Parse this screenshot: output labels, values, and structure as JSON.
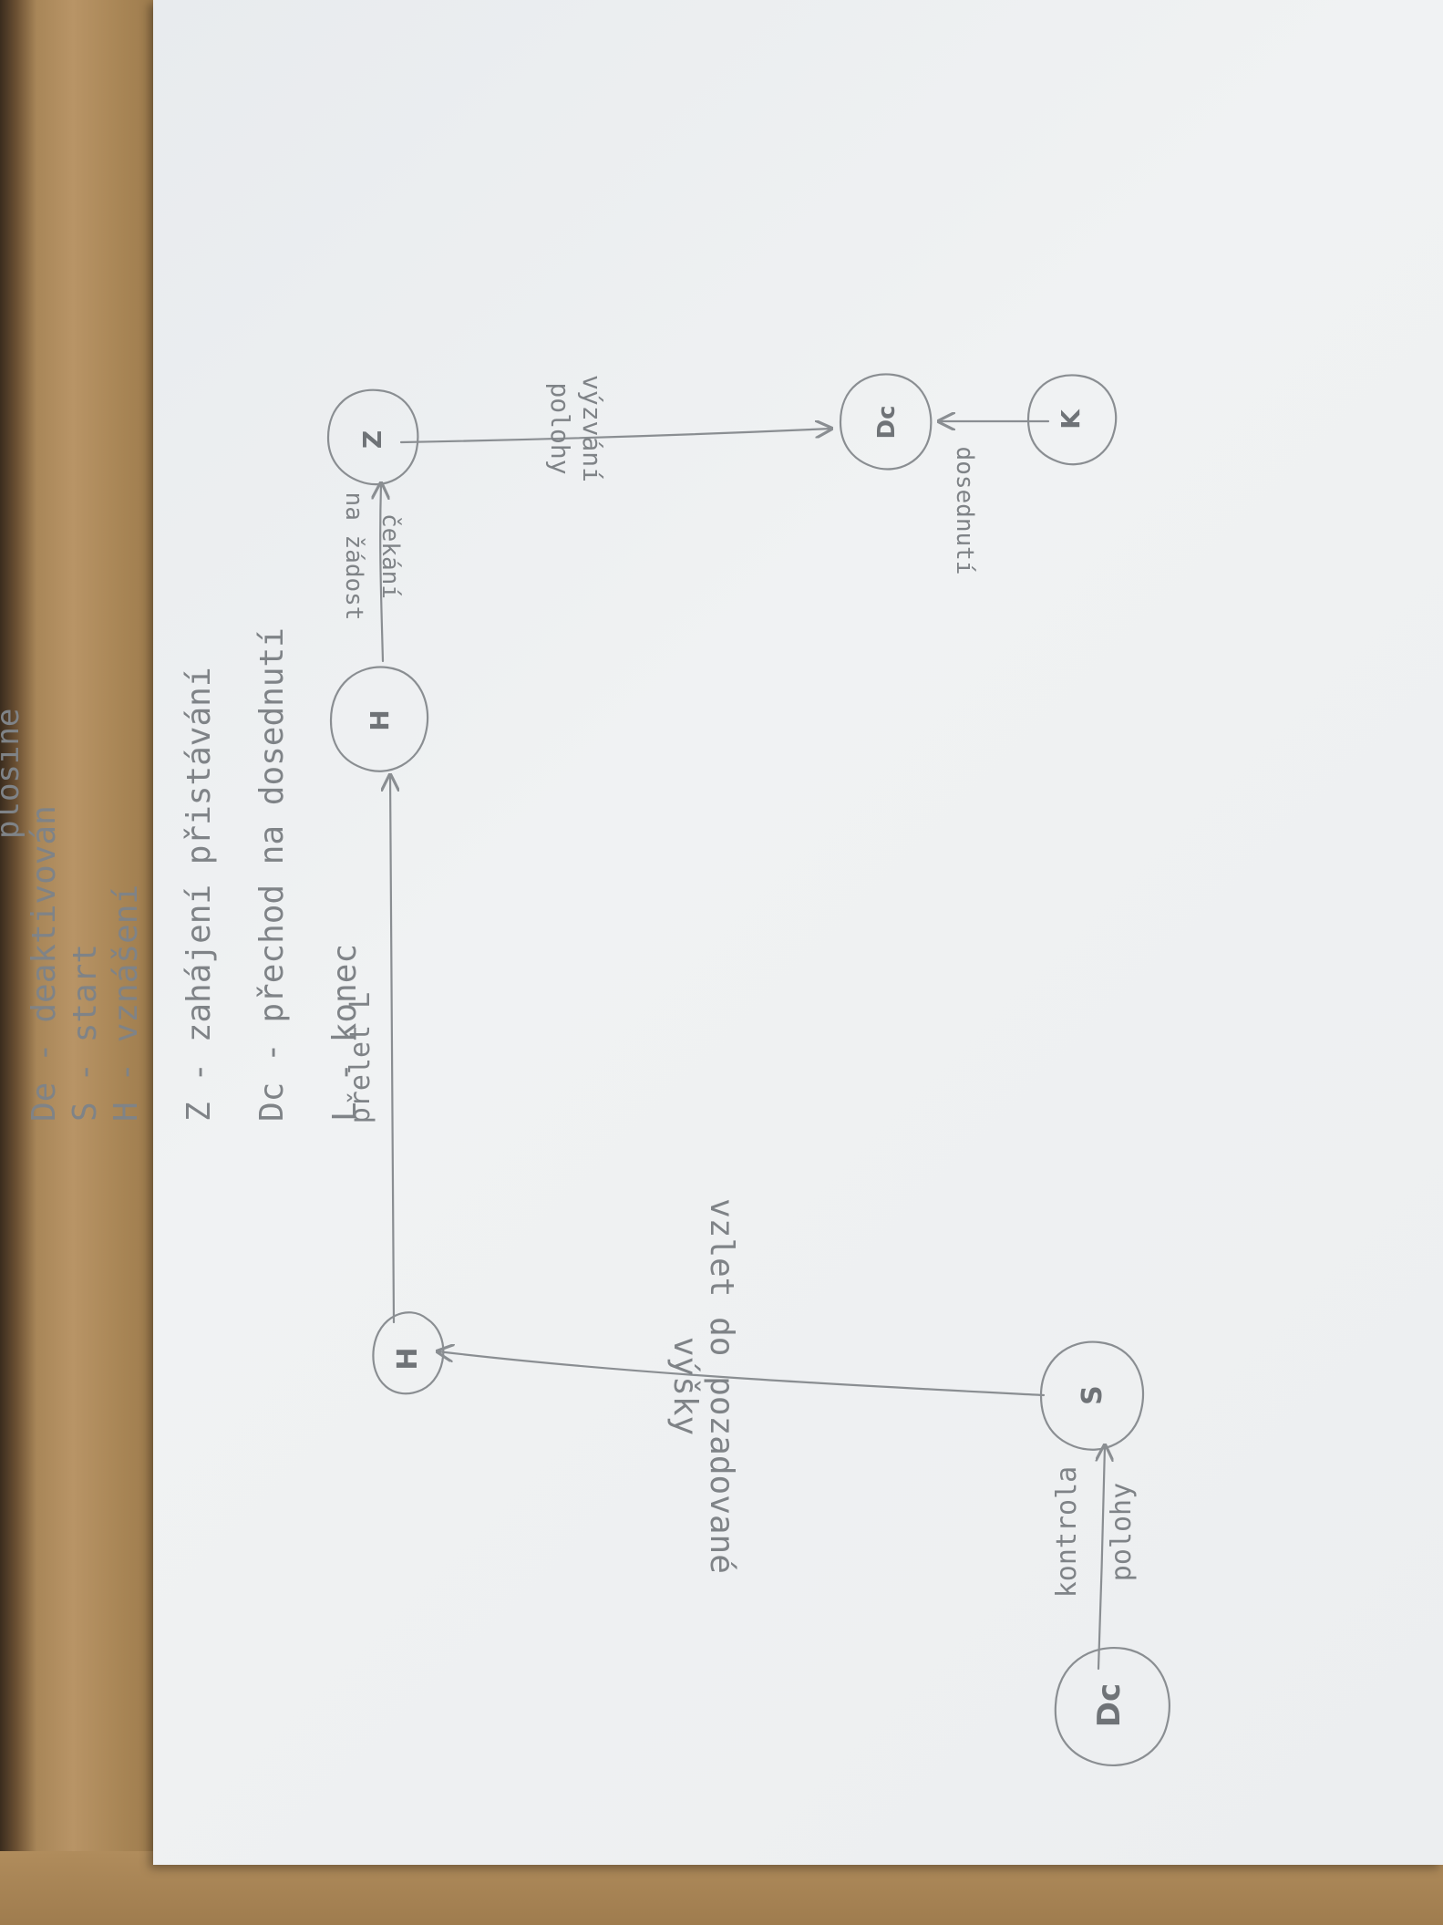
{
  "nodes": {
    "h_left": "H",
    "h_top": "H",
    "z": "Z",
    "dc_right": "Dc",
    "k": "K",
    "s": "S",
    "dc_bottom": "Dc"
  },
  "edges": {
    "dc_to_s": [
      "kontrola",
      "polohy"
    ],
    "s_to_h": [
      "vzlet do pozadované",
      "výšky"
    ],
    "h_to_h": "přelet L",
    "h_to_z": [
      "čekání",
      "na žádost"
    ],
    "z_to_dc": [
      "výzvání",
      "polohy"
    ],
    "dc_to_k": "dosednutí"
  },
  "legend": [
    "De - deaktivován",
    "plošině",
    "S - start",
    "H - vznášení",
    "Z - zahájení přistávání",
    "Dc - přechod na dosednutí",
    "L - konec"
  ]
}
